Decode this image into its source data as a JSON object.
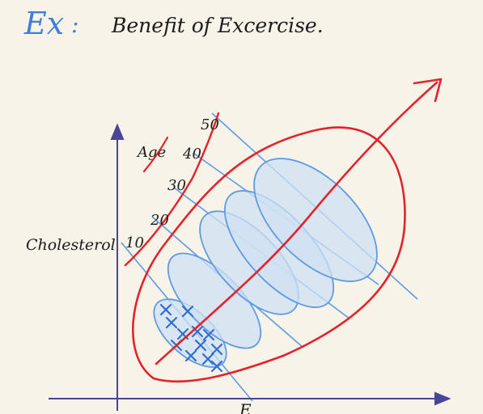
{
  "header": {
    "ex_label": "Ex",
    "colon": ":",
    "title": "Benefit of Excercise."
  },
  "axes": {
    "y_label": "Cholesterol",
    "x_label": "E"
  },
  "age": {
    "label": "Age",
    "ticks": [
      "10",
      "20",
      "30",
      "40",
      "50"
    ]
  },
  "colors": {
    "background": "#f7f3e9",
    "ink": "#1c1c1c",
    "axis": "#4b4596",
    "blue": "#3f7fd8",
    "blob_fill": "#cfe0f3",
    "red": "#e3232b"
  }
}
